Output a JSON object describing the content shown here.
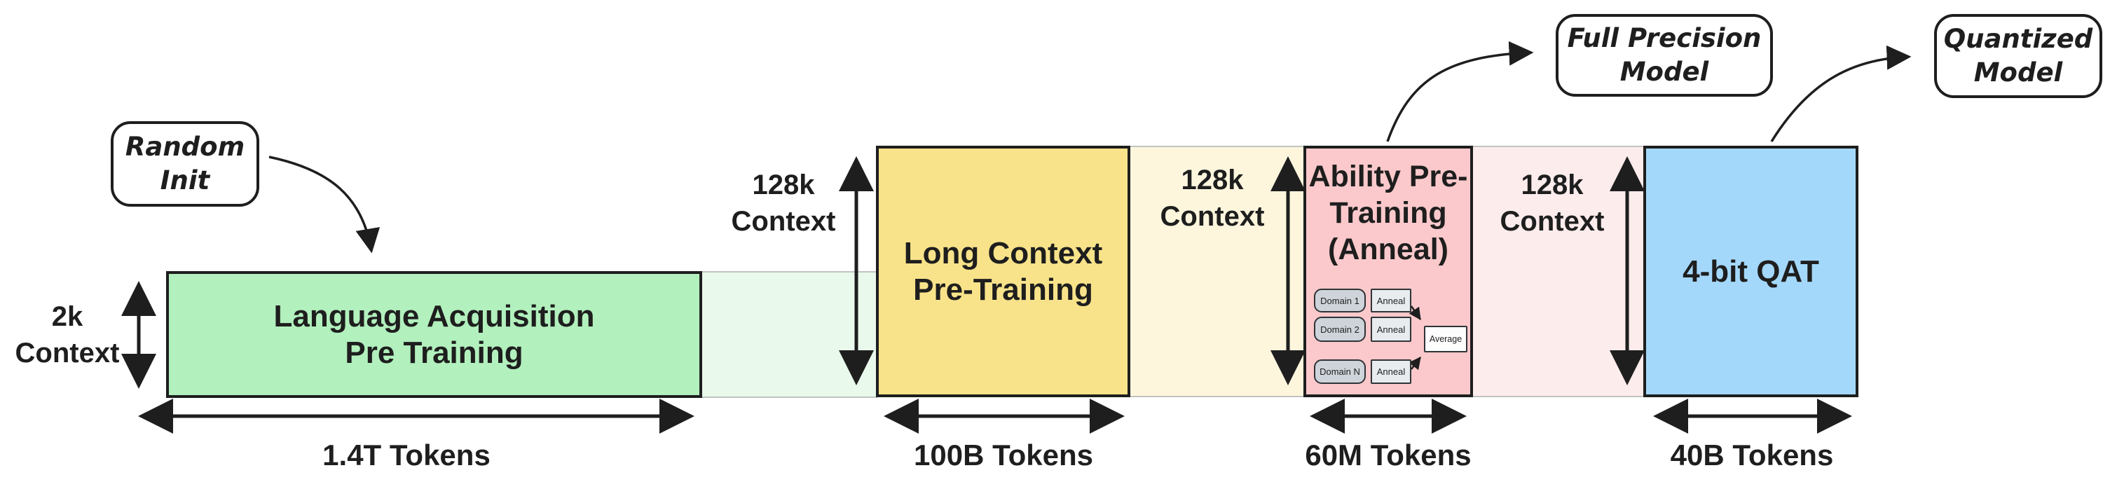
{
  "callouts": {
    "random_init": {
      "line1": "Random",
      "line2": "Init"
    },
    "full_precision": {
      "line1": "Full Precision",
      "line2": "Model"
    },
    "quantized": {
      "line1": "Quantized",
      "line2": "Model"
    }
  },
  "stages": [
    {
      "title_line1": "Language Acquisition",
      "title_line2": "Pre Training",
      "context_line1": "2k",
      "context_line2": "Context",
      "tokens": "1.4T Tokens",
      "fill": "#b2f0bd",
      "trail_fill": "#e9f9ec"
    },
    {
      "title_line1": "Long Context",
      "title_line2": "Pre-Training",
      "context_line1": "128k",
      "context_line2": "Context",
      "tokens": "100B Tokens",
      "fill": "#f8e38a",
      "trail_fill": "#fdf6dd"
    },
    {
      "title_line1": "Ability Pre-",
      "title_line2": "Training",
      "title_line3": "(Anneal)",
      "context_line1": "128k",
      "context_line2": "Context",
      "tokens": "60M Tokens",
      "fill": "#fbc9cb",
      "trail_fill": "#fdecec",
      "anneal": {
        "domains": [
          "Domain 1",
          "Domain 2",
          "Domain N"
        ],
        "anneal_label": "Anneal",
        "average_label": "Average",
        "domain_fill": "#ced4da",
        "anneal_fill": "#e8ecef",
        "average_fill": "#fdfdfd"
      }
    },
    {
      "title_line1": "4-bit QAT",
      "context_line1": "128k",
      "context_line2": "Context",
      "tokens": "40B Tokens",
      "fill": "#a4d8fb",
      "trail_fill": null
    }
  ],
  "colors": {
    "stroke": "#1e1e1e",
    "background": "#ffffff"
  }
}
